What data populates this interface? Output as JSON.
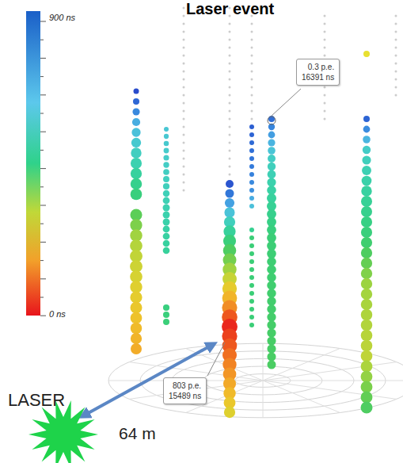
{
  "diagram": {
    "title": "Laser event",
    "nodes": [
      {
        "text": [
          "0.3 p.e.",
          "16391 ns"
        ]
      },
      {
        "text": [
          "803 p.e.",
          "15489 ns"
        ]
      }
    ],
    "labels": [
      "900 ns",
      "0 ns",
      "LASER",
      "64 m"
    ]
  }
}
